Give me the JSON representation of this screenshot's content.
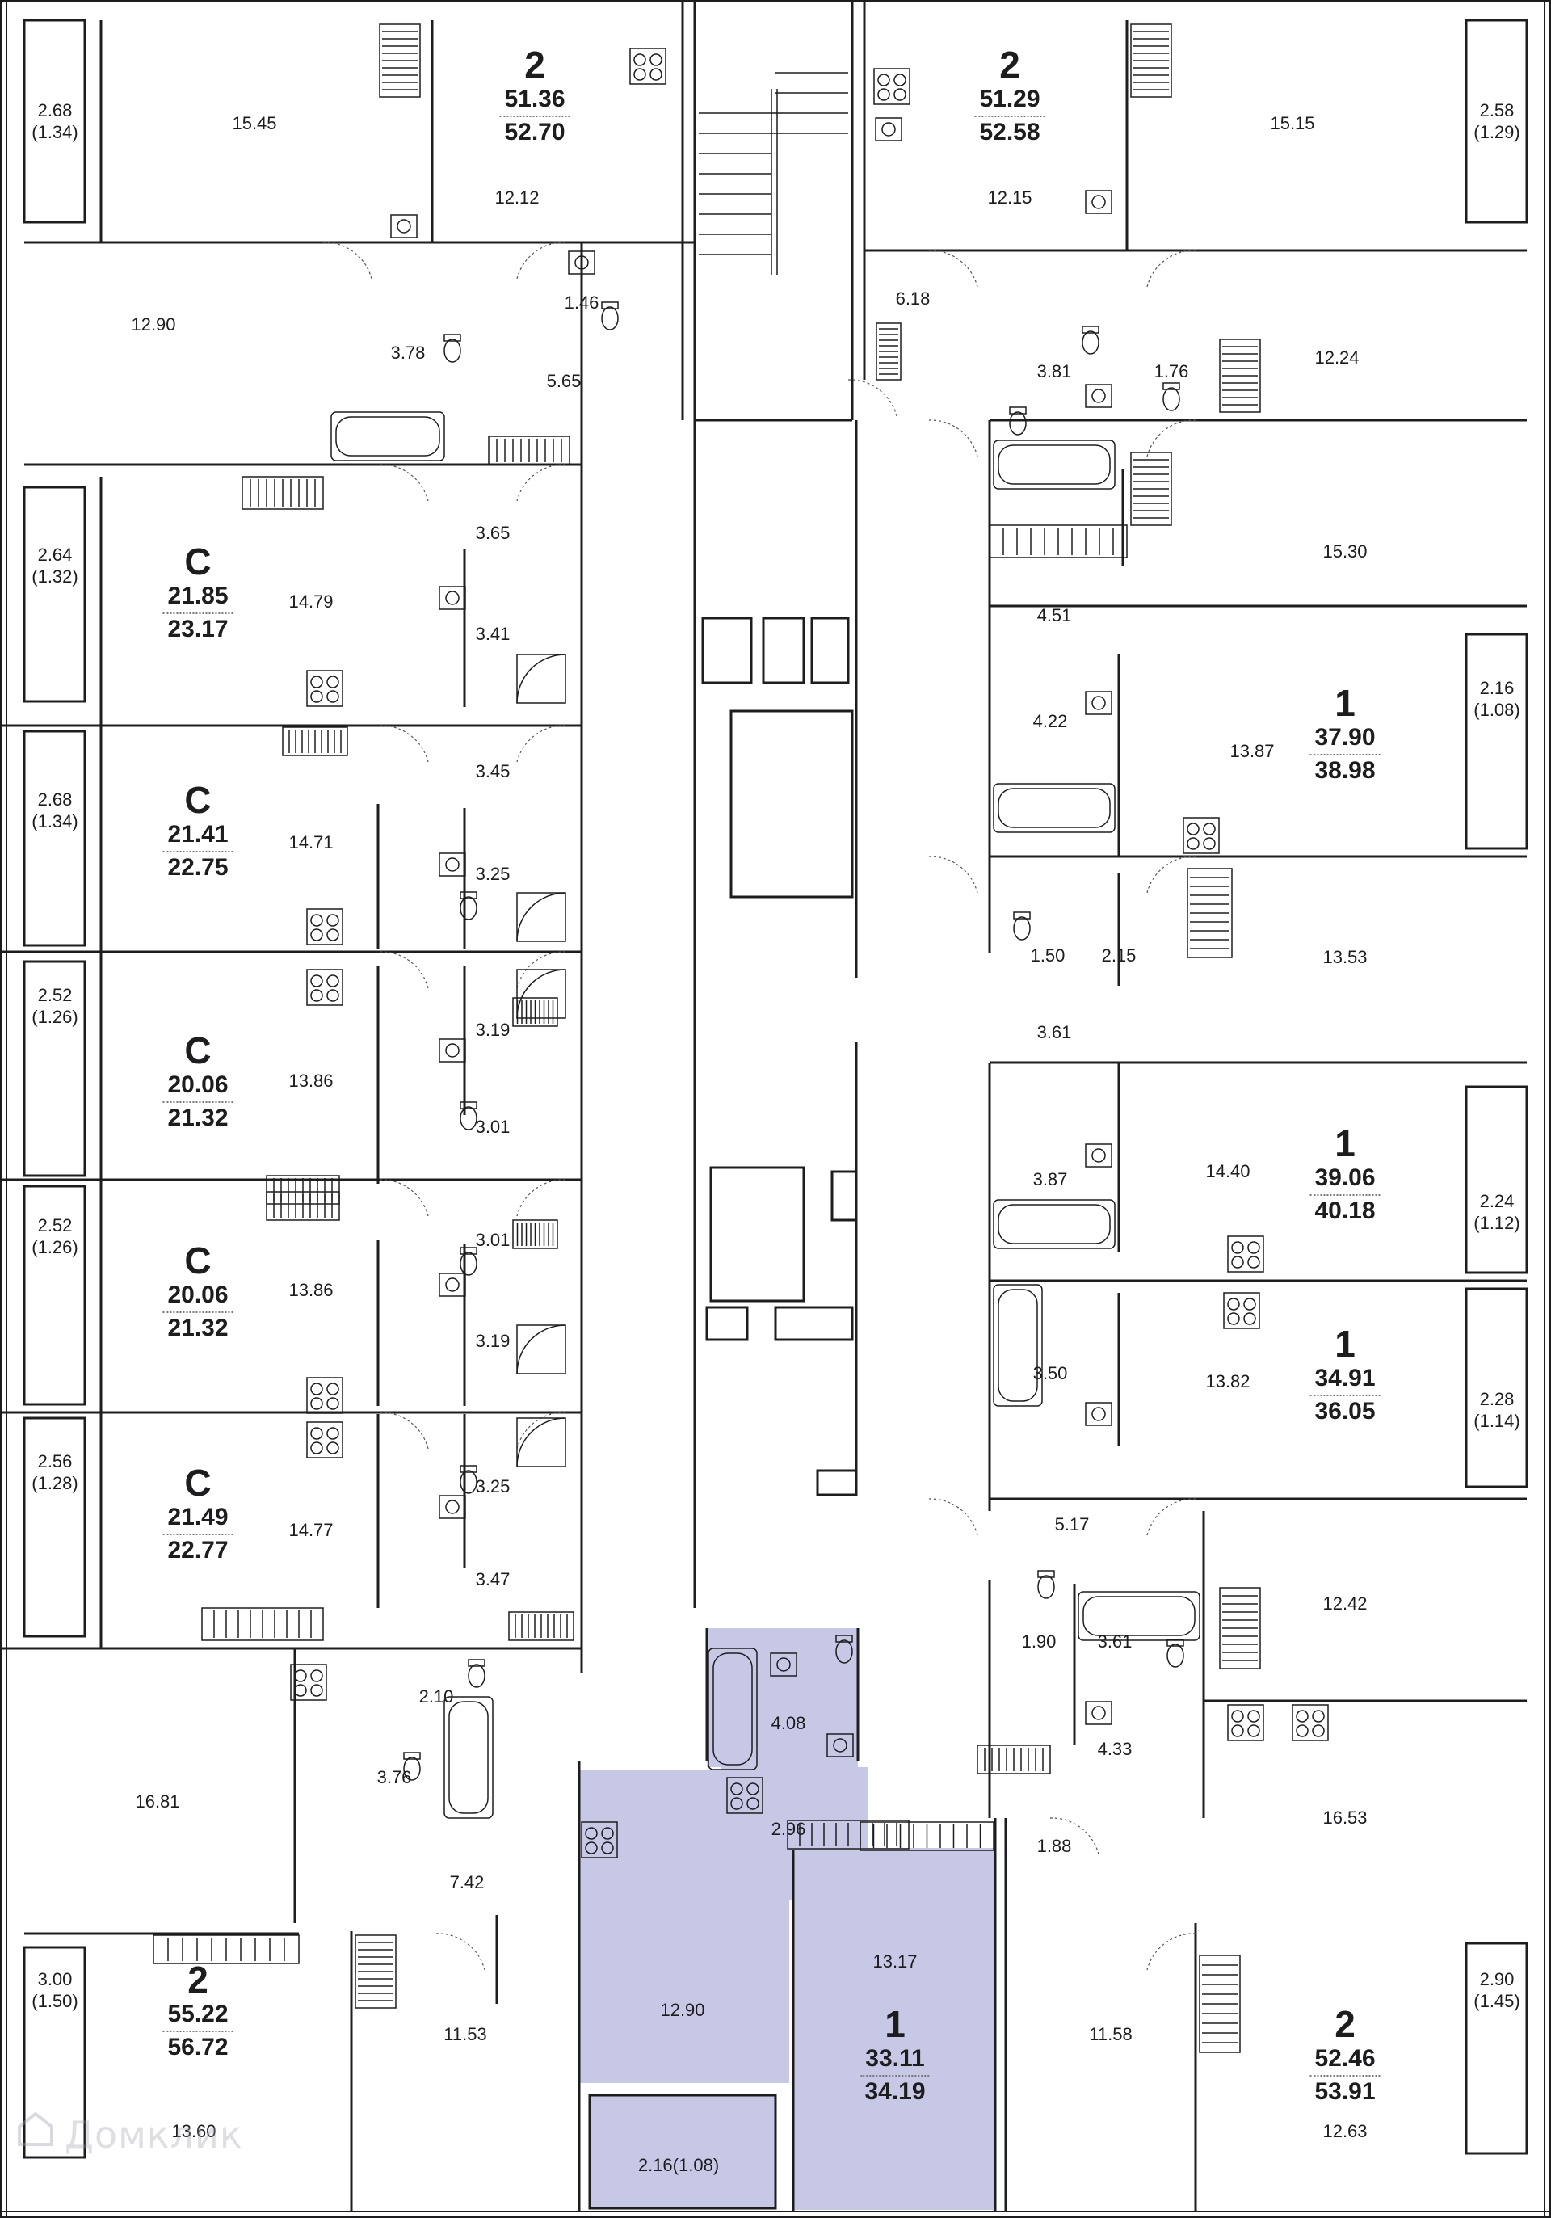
{
  "plan": {
    "highlight_color": "#c6c8e6",
    "wall_color": "#1d1d1f",
    "apartments": [
      {
        "id": "apt-2-top-left",
        "rooms": "2",
        "living": "51.36",
        "total": "52.70",
        "highlighted": false
      },
      {
        "id": "apt-2-top-right",
        "rooms": "2",
        "living": "51.29",
        "total": "52.58",
        "highlighted": false
      },
      {
        "id": "apt-c-1",
        "rooms": "С",
        "living": "21.85",
        "total": "23.17",
        "highlighted": false
      },
      {
        "id": "apt-c-2",
        "rooms": "С",
        "living": "21.41",
        "total": "22.75",
        "highlighted": false
      },
      {
        "id": "apt-c-3",
        "rooms": "С",
        "living": "20.06",
        "total": "21.32",
        "highlighted": false
      },
      {
        "id": "apt-c-4",
        "rooms": "С",
        "living": "20.06",
        "total": "21.32",
        "highlighted": false
      },
      {
        "id": "apt-c-5",
        "rooms": "С",
        "living": "21.49",
        "total": "22.77",
        "highlighted": false
      },
      {
        "id": "apt-1-right-a",
        "rooms": "1",
        "living": "37.90",
        "total": "38.98",
        "highlighted": false
      },
      {
        "id": "apt-1-right-b",
        "rooms": "1",
        "living": "39.06",
        "total": "40.18",
        "highlighted": false
      },
      {
        "id": "apt-1-right-c",
        "rooms": "1",
        "living": "34.91",
        "total": "36.05",
        "highlighted": false
      },
      {
        "id": "apt-2-bottom-left",
        "rooms": "2",
        "living": "55.22",
        "total": "56.72",
        "highlighted": false
      },
      {
        "id": "apt-1-selected",
        "rooms": "1",
        "living": "33.11",
        "total": "34.19",
        "highlighted": true
      },
      {
        "id": "apt-2-bottom-right",
        "rooms": "2",
        "living": "52.46",
        "total": "53.91",
        "highlighted": false
      }
    ],
    "room_areas": [
      "15.45",
      "12.12",
      "1.46",
      "12.90",
      "3.78",
      "5.65",
      "12.15",
      "15.15",
      "6.18",
      "3.81",
      "1.76",
      "12.24",
      "3.65",
      "14.79",
      "3.41",
      "3.45",
      "14.71",
      "3.25",
      "13.86",
      "3.19",
      "3.01",
      "3.01",
      "13.86",
      "3.19",
      "14.77",
      "3.25",
      "3.47",
      "15.30",
      "4.51",
      "4.22",
      "13.87",
      "1.50",
      "2.15",
      "13.53",
      "3.61",
      "3.87",
      "14.40",
      "3.50",
      "13.82",
      "5.17",
      "12.42",
      "1.90",
      "3.61",
      "4.33",
      "16.53",
      "1.88",
      "2.10",
      "16.81",
      "3.76",
      "7.42",
      "4.08",
      "2.96",
      "13.17",
      "12.90",
      "11.53",
      "13.60",
      "11.58",
      "12.63"
    ],
    "balconies": [
      {
        "area": "2.68",
        "half": "(1.34)"
      },
      {
        "area": "2.58",
        "half": "(1.29)"
      },
      {
        "area": "2.64",
        "half": "(1.32)"
      },
      {
        "area": "2.68",
        "half": "(1.34)"
      },
      {
        "area": "2.16",
        "half": "(1.08)"
      },
      {
        "area": "2.52",
        "half": "(1.26)"
      },
      {
        "area": "2.24",
        "half": "(1.12)"
      },
      {
        "area": "2.52",
        "half": "(1.26)"
      },
      {
        "area": "2.28",
        "half": "(1.14)"
      },
      {
        "area": "2.56",
        "half": "(1.28)"
      },
      {
        "area": "3.00",
        "half": "(1.50)"
      },
      {
        "area": "2.90",
        "half": "(1.45)"
      }
    ],
    "selected_balcony": "2.16(1.08)",
    "watermark": "Домклик"
  }
}
